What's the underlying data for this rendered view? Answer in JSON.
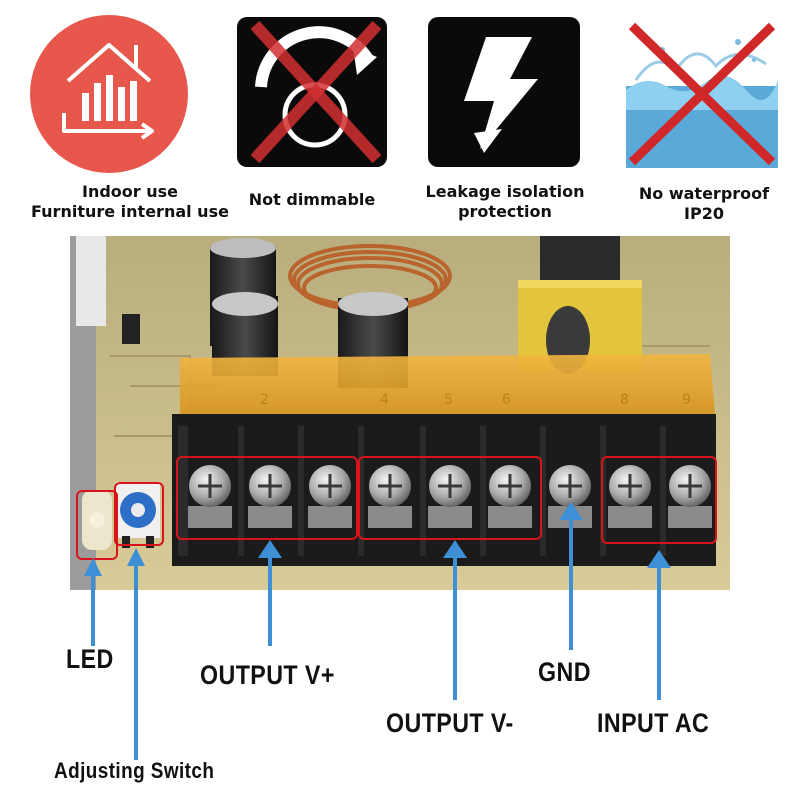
{
  "features": [
    {
      "icon": "indoor-house-chart-icon",
      "label_line1": "Indoor use",
      "label_line2": "Furniture internal use"
    },
    {
      "icon": "no-dimmer-icon",
      "label_line1": "Not dimmable",
      "label_line2": ""
    },
    {
      "icon": "lightning-bolt-icon",
      "label_line1": "Leakage isolation",
      "label_line2": "protection"
    },
    {
      "icon": "no-water-icon",
      "label_line1": "No  waterproof",
      "label_line2": "IP20"
    }
  ],
  "callouts": {
    "led": "LED",
    "adjusting_switch": "Adjusting Switch",
    "output_v_plus": "OUTPUT V+",
    "output_v_minus": "OUTPUT V-",
    "gnd": "GND",
    "input_ac": "INPUT AC"
  },
  "colors": {
    "icon_red": "#e8574c",
    "highlight_red": "#d8141a",
    "arrow_blue": "#3d8fd6",
    "cover_amber": "#e8a020",
    "board": "#d6c58e"
  }
}
